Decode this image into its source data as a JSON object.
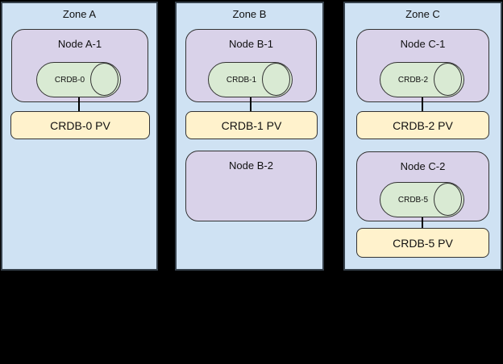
{
  "diagram": {
    "type": "topology-diagram",
    "colors": {
      "background": "#000000",
      "zone_fill": "#cfe2f3",
      "zone_border": "#37424c",
      "node_fill": "#d9d2e9",
      "db_fill": "#d9ead3",
      "pv_fill": "#fff2cc",
      "shape_border": "#333333",
      "connector": "#000000",
      "text": "#111111"
    },
    "zones": [
      {
        "label": "Zone A",
        "nodes": [
          {
            "label": "Node A-1",
            "db": "CRDB-0",
            "pv": "CRDB-0 PV"
          }
        ]
      },
      {
        "label": "Zone B",
        "nodes": [
          {
            "label": "Node B-1",
            "db": "CRDB-1",
            "pv": "CRDB-1 PV"
          },
          {
            "label": "Node B-2"
          }
        ]
      },
      {
        "label": "Zone C",
        "nodes": [
          {
            "label": "Node C-1",
            "db": "CRDB-2",
            "pv": "CRDB-2 PV"
          },
          {
            "label": "Node C-2",
            "db": "CRDB-5",
            "pv": "CRDB-5 PV"
          }
        ]
      }
    ]
  }
}
